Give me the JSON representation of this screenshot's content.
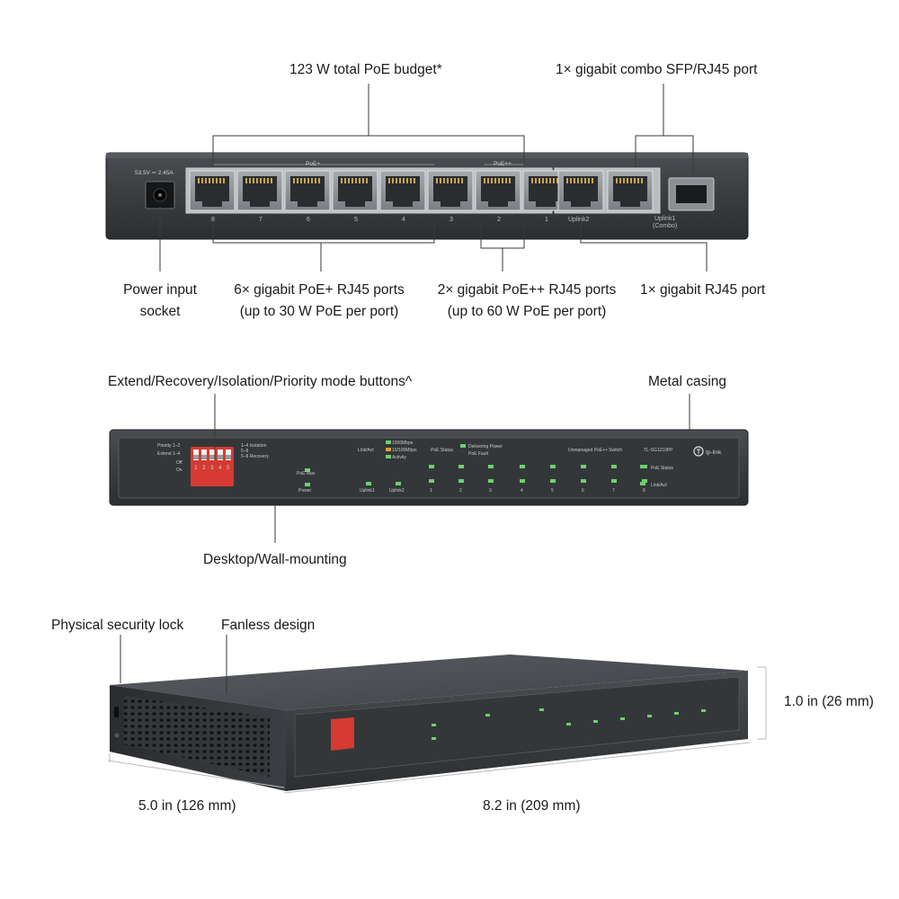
{
  "callouts": {
    "poe_budget": "123 W total PoE budget*",
    "combo_port": "1× gigabit combo SFP/RJ45 port",
    "power_input_line1": "Power input",
    "power_input_line2": "socket",
    "poe_plus_line1": "6× gigabit PoE+ RJ45 ports",
    "poe_plus_line2": "(up to 30 W PoE per port)",
    "poe_plusplus_line1": "2× gigabit PoE++ RJ45 ports",
    "poe_plusplus_line2": "(up to 60 W PoE per port)",
    "rj45_port": "1× gigabit RJ45 port",
    "mode_buttons": "Extend/Recovery/Isolation/Priority mode buttons^",
    "metal_casing": "Metal casing",
    "mounting": "Desktop/Wall-mounting",
    "security_lock": "Physical security lock",
    "fanless": "Fanless design",
    "height": "1.0 in (26 mm)",
    "depth": "5.0 in (126 mm)",
    "width": "8.2 in (209 mm)"
  },
  "rear_panel": {
    "power_rating": "53.5V ⎓ 2.45A",
    "poe_plus_label": "PoE+",
    "poe_plusplus_label": "PoE++",
    "port_numbers": [
      "8",
      "7",
      "6",
      "5",
      "4",
      "3",
      "2",
      "1"
    ],
    "uplink2_label": "Uplink2",
    "uplink1_label": "Uplink1",
    "combo_label": "(Combo)"
  },
  "front_panel": {
    "dip_rows": [
      "Priority 1–2",
      "Extend 1–4",
      "Off",
      "On"
    ],
    "dip_right": [
      "1–4  Isolation",
      "5–8",
      "5–8  Recovery"
    ],
    "dip_numbers": [
      "1",
      "2",
      "3",
      "4",
      "5"
    ],
    "led_legend_title": "Link/Act",
    "led_legend": [
      "1000Mbps",
      "10/100Mbps",
      "Activity"
    ],
    "poe_status_title": "PoE Status",
    "poe_status_legend": [
      "Delivering Power",
      "PoE Fault"
    ],
    "model_desc": "Unmanaged PoE++ Switch",
    "model": "TL-SG1210PP",
    "brand": "tp-link",
    "poe_max": "PoE Max",
    "power": "Power",
    "uplink1": "Uplink1",
    "uplink2": "Uplink2",
    "ports": [
      "1",
      "2",
      "3",
      "4",
      "5",
      "6",
      "7",
      "8"
    ],
    "poe_status_right": "PoE Status",
    "link_act_right": "Link/Act"
  },
  "colors": {
    "casing": "#3c3f42",
    "casing_dark": "#2b2d30",
    "port_recess": "#8e9296",
    "led_green": "#6fcf6f",
    "led_amber": "#e0a030",
    "dip_red": "#d63a32"
  }
}
